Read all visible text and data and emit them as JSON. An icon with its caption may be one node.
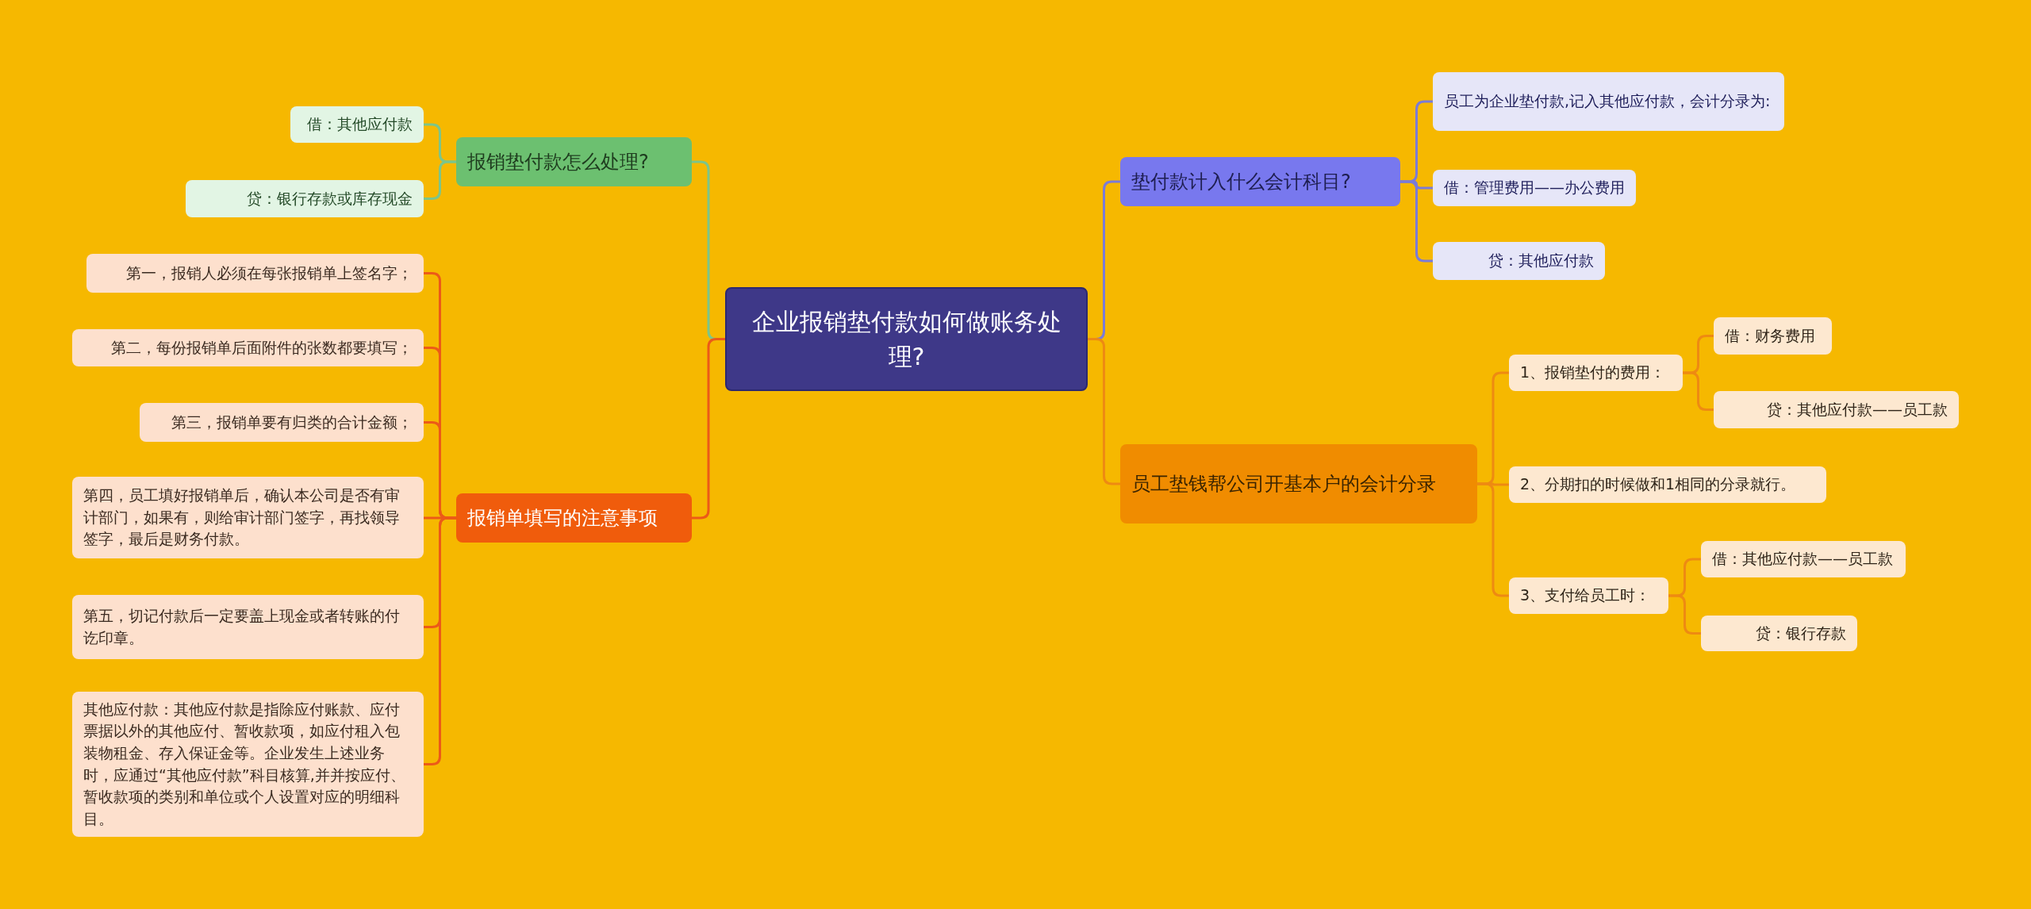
{
  "diagram": {
    "nodes": [
      {
        "text": [
          "企业报销垫付款如何做账务处理?"
        ]
      },
      {
        "text": [
          "报销垫付款怎么处理?"
        ]
      },
      {
        "text": [
          "借：其他应付款"
        ]
      },
      {
        "text": [
          "贷：银行存款或库存现金"
        ]
      },
      {
        "text": [
          "报销单填写的注意事项"
        ]
      },
      {
        "text": [
          "第一，报销人必须在每张报销单上签名字；"
        ]
      },
      {
        "text": [
          "第二，每份报销单后面附件的张数都要填写；"
        ]
      },
      {
        "text": [
          "第三，报销单要有归类的合计金额；"
        ]
      },
      {
        "text": [
          "第四，员工填好报销单后，确认本公司是否有审计部门，如果有，则给审计部门签字，再找领导签字，最后是财务付款。"
        ]
      },
      {
        "text": [
          "第五，切记付款后一定要盖上现金或者转账的付讫印章。"
        ]
      },
      {
        "text": [
          "其他应付款：其他应付款是指除应付账款、应付票据以外的其他应付、暂收款项，如应付租入包装物租金、存入保证金等。企业发生上述业务时，应通过“其他应付款”科目核算,并并按应付、暂收款项的类别和单位或个人设置对应的明细科目。"
        ]
      },
      {
        "text": [
          "垫付款计入什么会计科目?"
        ]
      },
      {
        "text": [
          "员工为企业垫付款,记入其他应付款，会计分录为:"
        ]
      },
      {
        "text": [
          "借：管理费用——办公费用"
        ]
      },
      {
        "text": [
          "贷：其他应付款"
        ]
      },
      {
        "text": [
          "员工垫钱帮公司开基本户的会计分录"
        ]
      },
      {
        "text": [
          "1、报销垫付的费用："
        ]
      },
      {
        "text": [
          "借：财务费用"
        ]
      },
      {
        "text": [
          "贷：其他应付款——员工款"
        ]
      },
      {
        "text": [
          "2、分期扣的时候做和1相同的分录就行。"
        ]
      },
      {
        "text": [
          "3、支付给员工时："
        ]
      },
      {
        "text": [
          "借：其他应付款——员工款"
        ]
      },
      {
        "text": [
          "贷：银行存款"
        ]
      }
    ],
    "edges": [
      {
        "from": 0,
        "to": 1,
        "arrow": "none",
        "color": "#7cc58a"
      },
      {
        "from": 1,
        "to": 2,
        "arrow": "none",
        "color": "#7cc58a"
      },
      {
        "from": 1,
        "to": 3,
        "arrow": "none",
        "color": "#7cc58a"
      },
      {
        "from": 0,
        "to": 4,
        "arrow": "none",
        "color": "#ec5a18"
      },
      {
        "from": 4,
        "to": 5,
        "arrow": "none",
        "color": "#ec5a18"
      },
      {
        "from": 4,
        "to": 6,
        "arrow": "none",
        "color": "#ec5a18"
      },
      {
        "from": 4,
        "to": 7,
        "arrow": "none",
        "color": "#ec5a18"
      },
      {
        "from": 4,
        "to": 8,
        "arrow": "none",
        "color": "#ec5a18"
      },
      {
        "from": 4,
        "to": 9,
        "arrow": "none",
        "color": "#ec5a18"
      },
      {
        "from": 4,
        "to": 10,
        "arrow": "none",
        "color": "#ec5a18"
      },
      {
        "from": 0,
        "to": 11,
        "arrow": "none",
        "color": "#7b7bd8"
      },
      {
        "from": 11,
        "to": 12,
        "arrow": "none",
        "color": "#7b7bd8"
      },
      {
        "from": 11,
        "to": 13,
        "arrow": "none",
        "color": "#7b7bd8"
      },
      {
        "from": 11,
        "to": 14,
        "arrow": "none",
        "color": "#7b7bd8"
      },
      {
        "from": 0,
        "to": 15,
        "arrow": "none",
        "color": "#ee8a12"
      },
      {
        "from": 15,
        "to": 16,
        "arrow": "none",
        "color": "#ee8a12"
      },
      {
        "from": 16,
        "to": 17,
        "arrow": "none",
        "color": "#ee8a12"
      },
      {
        "from": 16,
        "to": 18,
        "arrow": "none",
        "color": "#ee8a12"
      },
      {
        "from": 15,
        "to": 19,
        "arrow": "none",
        "color": "#ee8a12"
      },
      {
        "from": 15,
        "to": 20,
        "arrow": "none",
        "color": "#ee8a12"
      },
      {
        "from": 20,
        "to": 21,
        "arrow": "none",
        "color": "#ee8a12"
      },
      {
        "from": 20,
        "to": 22,
        "arrow": "none",
        "color": "#ee8a12"
      }
    ]
  }
}
